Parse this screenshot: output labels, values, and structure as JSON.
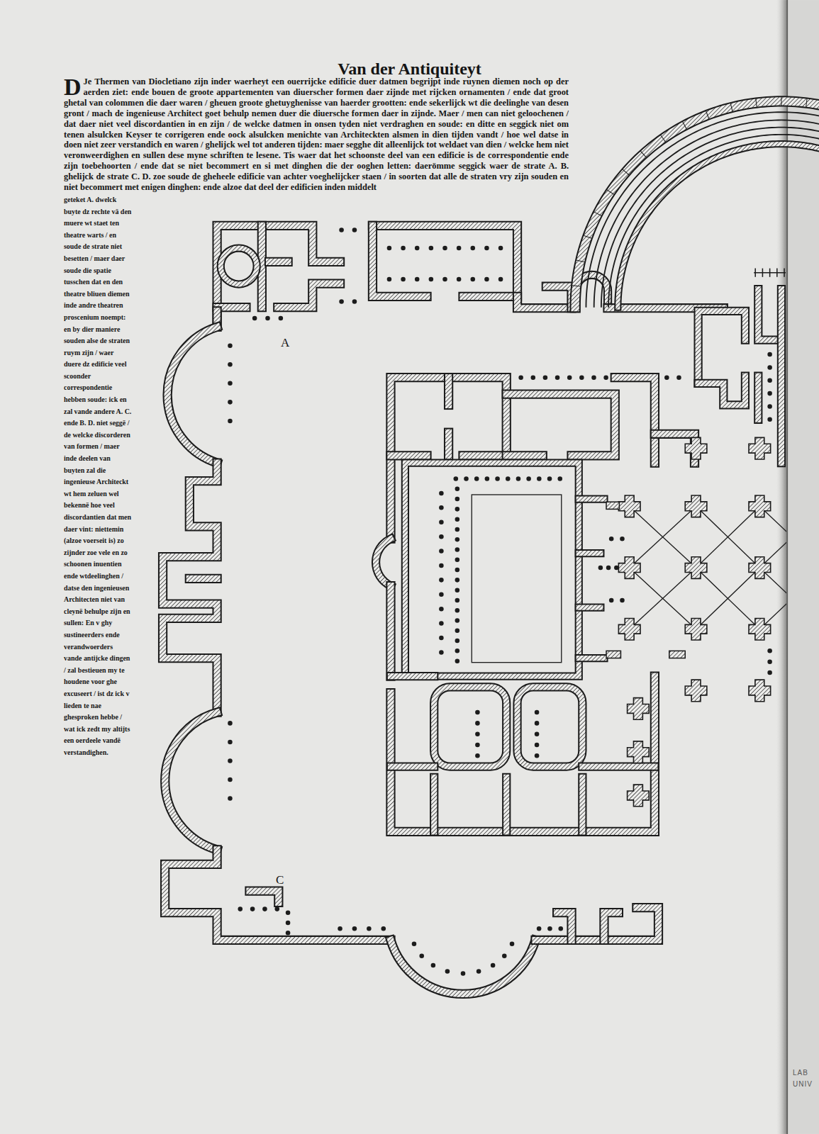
{
  "diagram": {
    "title": "Van der Antiquiteyt",
    "labels": [
      "DJe Thermen van Diocletiano zijn inder waerheyt een ouerrijcke edificie duer datmen begrijpt inde ruynen diemen noch op der aerden ziet: ende bouen de groote appartementen van diuerscher formen daer zijnde met rijcken ornamenten / ende dat groot ghetal van colommen die daer waren / gheuen groote ghetuyghenisse van haerder grootten: ende sekerlijck wt die deelinghe van desen gront / mach de ingenieuse Architect goet behulp nemen duer die diuersche formen daer in zijnde. Maer / men can niet geloochenen / dat daer niet veel discordantien in en zijn / de welcke datmen in onsen tyden niet verdraghen en soude: en ditte en seggick niet om tenen alsulcken Keyser te corrigeren ende oock alsulcken menichte van Architeckten alsmen in dien tijden vandt / hoe wel datse in doen niet zeer verstandich en waren / ghelijck wel tot anderen tijden: maer segghe dit alleenlijck tot weldaet van dien / welcke hem niet veronweerdighen en sullen dese myne schriften te lesene. Tis waer dat het schoonste deel van een edificie is de correspondentie ende zijn toebehoorten / ende dat se niet becommert en si met dinghen die der ooghen letten: daerömme seggick waer de strate A. B. ghelijck de strate C. D. zoe soude de gheheele edificie van achter voeghelijcker staen / in soorten dat alle de straten vry zijn souden en niet becommert met enigen dinghen: ende alzoe dat deel der edificien inden middelt",
      "geteket A. dwelck buyte dz rechte vä den muere wt staet ten theatre warts / en soude de strate niet besetten / maer daer soude die spatie tusschen dat en den theatre bliuen diemen inde andre theatren proscenium noempt: en by dier maniere souden alse de straten ruym zijn / waer duere dz edificie veel scoonder correspondentie hebben soude: ick en zal vande andere A. C. ende B. D. niet seggë / de welcke discorderen van formen / maer inde deelen van buyten zal die ingenieuse Architeckt wt hem zeluen wel bekennë hoe veel discordantien dat men daer vint: niettemin (alzoe voerseit is) zo zijnder zoe vele en zo schoonen inuentien ende wtdeelinghen / datse den ingenieusen Architecten niet van cleynë behulpe zijn en sullen: En v ghy sustineerders ende verandwoerders vande antijcke dingen / zal bestieuen my te houdene voor ghe excuseert / ist dz ick v lieden te nae ghesproken hebbe / wat ick zedt my altijts een oerdeele vandë verstandighen.",
      "A",
      "C",
      "LAB",
      "UNIV"
    ]
  }
}
